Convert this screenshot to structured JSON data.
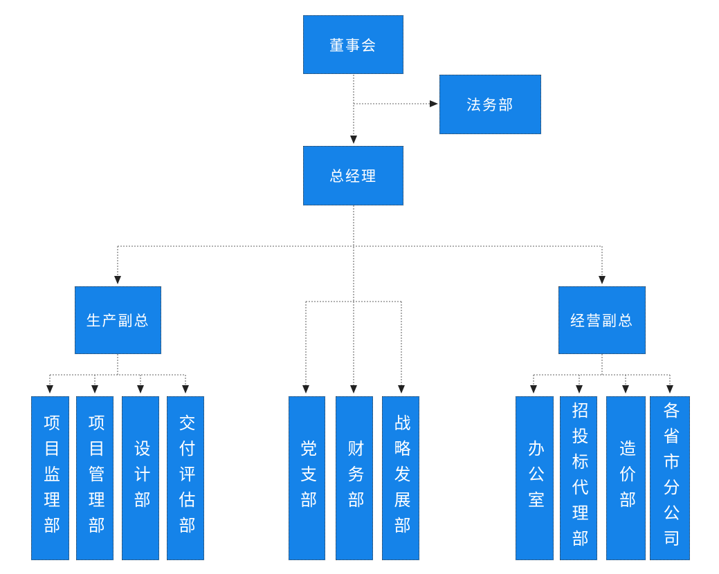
{
  "diagram": {
    "type": "org-chart",
    "colors": {
      "node_fill": "#1583E9",
      "node_text": "#ffffff",
      "node_border": "#3b3b3b",
      "connector": "#808080",
      "arrowhead": "#222222",
      "background": "#ffffff"
    },
    "nodes": {
      "board": {
        "label": "董事会"
      },
      "legal": {
        "label": "法务部"
      },
      "general_manager": {
        "label": "总经理"
      },
      "production_vp": {
        "label": "生产副总"
      },
      "business_vp": {
        "label": "经营副总"
      },
      "project_supervision": {
        "label": "项目监理部"
      },
      "project_management": {
        "label": "项目管理部"
      },
      "design": {
        "label": "设计部"
      },
      "delivery_evaluation": {
        "label": "交付评估部"
      },
      "party_branch": {
        "label": "党支部"
      },
      "finance": {
        "label": "财务部"
      },
      "strategic_development": {
        "label": "战略发展部"
      },
      "office": {
        "label": "办公室"
      },
      "bidding_agency": {
        "label": "招投标代理部"
      },
      "cost_department": {
        "label": "造价部"
      },
      "regional_branches": {
        "label": "各省市分公司"
      }
    },
    "edges": [
      {
        "from": "board",
        "to": "legal"
      },
      {
        "from": "board",
        "to": "general_manager"
      },
      {
        "from": "general_manager",
        "to": "production_vp"
      },
      {
        "from": "general_manager",
        "to": "party_branch"
      },
      {
        "from": "general_manager",
        "to": "finance"
      },
      {
        "from": "general_manager",
        "to": "strategic_development"
      },
      {
        "from": "general_manager",
        "to": "business_vp"
      },
      {
        "from": "production_vp",
        "to": "project_supervision"
      },
      {
        "from": "production_vp",
        "to": "project_management"
      },
      {
        "from": "production_vp",
        "to": "design"
      },
      {
        "from": "production_vp",
        "to": "delivery_evaluation"
      },
      {
        "from": "business_vp",
        "to": "office"
      },
      {
        "from": "business_vp",
        "to": "bidding_agency"
      },
      {
        "from": "business_vp",
        "to": "cost_department"
      },
      {
        "from": "business_vp",
        "to": "regional_branches"
      }
    ]
  }
}
